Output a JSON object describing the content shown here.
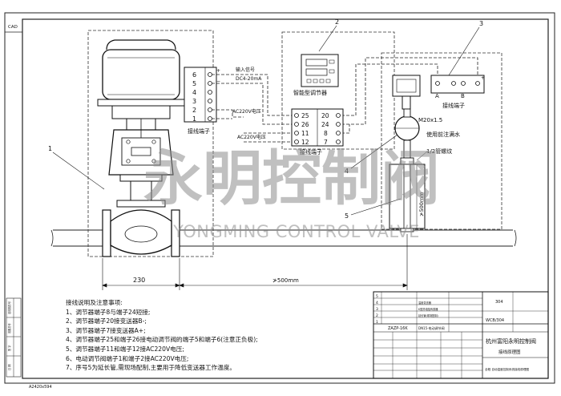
{
  "cad_tag": "CAD",
  "sheet_size": "A2420x594",
  "callouts": [
    "1",
    "2",
    "3",
    "4",
    "5"
  ],
  "valve_terminal": {
    "numbers": [
      "6",
      "5",
      "4",
      "3",
      "2",
      "1"
    ],
    "plus": "+",
    "minus": "−",
    "label": "接线端子"
  },
  "signal": {
    "input_label": "输入信号",
    "input_range": "DC4-20mA",
    "valve_power": "AC220V电压",
    "controller_power": "AC220V电压"
  },
  "controller": {
    "title": "智能型调节器",
    "left_terminals": [
      "25",
      "26",
      "11",
      "12"
    ],
    "right_terminals": [
      "20",
      "24",
      "8",
      "7"
    ],
    "terminal_label": "接线端子"
  },
  "transmitter": {
    "a": "A",
    "b": "B",
    "plus": "+",
    "terminal_label": "接线端子",
    "thread": "M20x1.5",
    "install_note": "使用前注满水",
    "pipe_thread": "1/2管螺纹",
    "length_mark": "≯500mm"
  },
  "dims": {
    "d230": "230",
    "d500": "≯500mm"
  },
  "watermark": {
    "cn": "永明控制阀",
    "en": "YONGMING CONTROL VALVE"
  },
  "notes": {
    "title": "接线说明及注意事项:",
    "items": [
      "1、调节器端子8与端子24短接;",
      "2、调节器端子20接变送器B-;",
      "3、调节器端子7接变送器A+;",
      "4、调节器端子25和端子26接电动调节阀的端子5和端子6(注意正负极);",
      "5、调节器端子11和端子12接AC220V电压;",
      "6、电动调节阀端子1和端子2接AC220V电压;",
      "7、序号5为延长管,需现场配制,主要用于降低变送器工作温度。"
    ]
  },
  "title_block": {
    "company": "杭州富阳永明控制阀",
    "drawing_name": "接线原理图",
    "product": "ZAZP-16K",
    "model_small": "DN15-电动调节阀",
    "doc_no": "WCB/304",
    "code": "304",
    "desc": "全程 自动温度控制系统接线原理图",
    "rows": [
      "5",
      "4",
      "3",
      "2",
      "1"
    ],
    "small_labels": [
      "温度变送器",
      "K型热电阻传感器",
      "延长管(现场配制)"
    ]
  },
  "side_labels": [
    "旧底图总号",
    "底图总号",
    "签 字",
    "日 期"
  ]
}
